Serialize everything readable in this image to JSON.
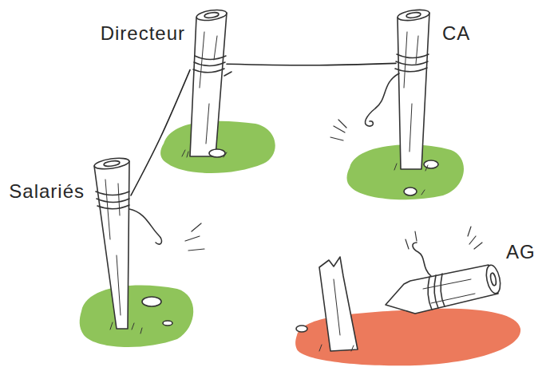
{
  "diagram": {
    "nodes": [
      {
        "text": [
          "Directeur"
        ]
      },
      {
        "text": [
          "CA"
        ]
      },
      {
        "text": [
          "Salariés"
        ]
      },
      {
        "text": [
          "AG"
        ]
      }
    ],
    "edges": [
      {
        "from": 0,
        "to": 1,
        "arrow": "none"
      },
      {
        "from": 0,
        "to": 2,
        "arrow": "none"
      }
    ]
  }
}
